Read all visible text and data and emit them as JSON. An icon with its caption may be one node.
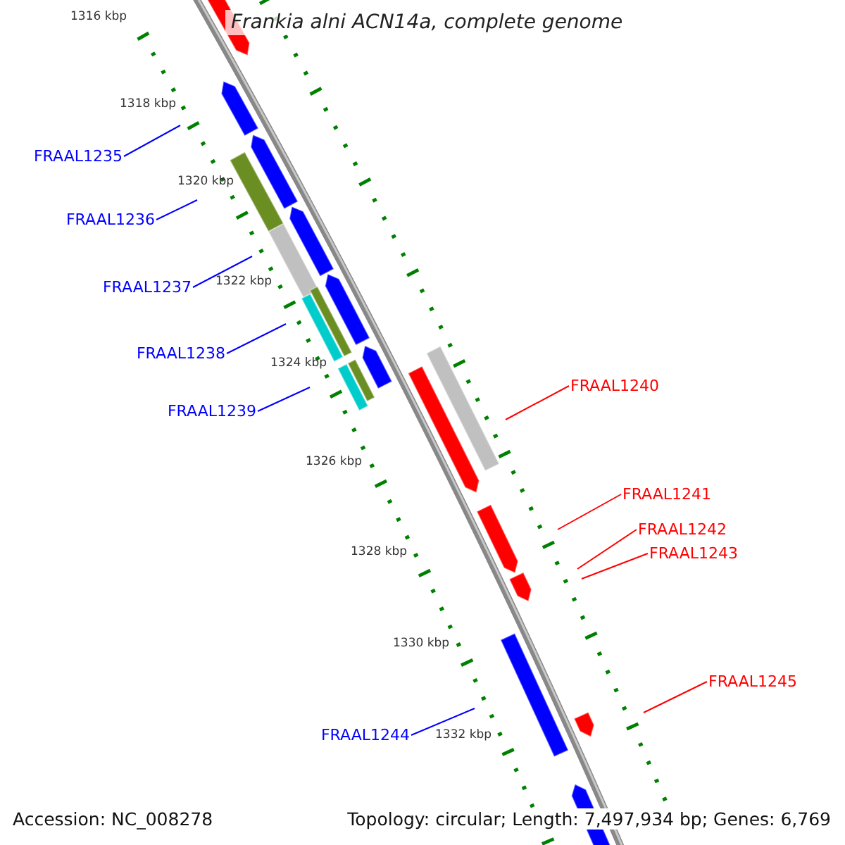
{
  "diagram": {
    "title": "Frankia alni ACN14a, complete genome",
    "nodes": [
      {
        "text": [
          "FRAAL1235"
        ]
      },
      {
        "text": [
          "FRAAL1236"
        ]
      },
      {
        "text": [
          "FRAAL1237"
        ]
      },
      {
        "text": [
          "FRAAL1238"
        ]
      },
      {
        "text": [
          "FRAAL1240"
        ]
      },
      {
        "text": [
          "FRAAL1239"
        ]
      },
      {
        "text": [
          "FRAAL1241"
        ]
      },
      {
        "text": [
          "FRAAL1242"
        ]
      },
      {
        "text": [
          "FRAAL1243"
        ]
      },
      {
        "text": [
          "FRAAL1245"
        ]
      },
      {
        "text": [
          "FRAAL1244"
        ]
      }
    ],
    "edges": [
      {
        "from": 0,
        "to": null,
        "arrow": "none"
      },
      {
        "from": 1,
        "to": null,
        "arrow": "none"
      },
      {
        "from": 2,
        "to": null,
        "arrow": "none"
      },
      {
        "from": 3,
        "to": null,
        "arrow": "none"
      },
      {
        "from": 4,
        "to": null,
        "arrow": "none",
        "color": "#ff0000"
      },
      {
        "from": 5,
        "to": null,
        "arrow": "none"
      },
      {
        "from": 6,
        "to": null,
        "arrow": "none",
        "color": "#ff0000"
      },
      {
        "from": 7,
        "to": null,
        "arrow": "none",
        "color": "#ff0000"
      },
      {
        "from": 8,
        "to": null,
        "arrow": "none",
        "color": "#ff0000"
      },
      {
        "from": 9,
        "to": null,
        "arrow": "none",
        "color": "#ff0000"
      },
      {
        "from": 10,
        "to": null,
        "arrow": "none"
      }
    ],
    "labels": [
      "1316 kbp",
      "1318 kbp",
      "1320 kbp",
      "1322 kbp",
      "1324 kbp",
      "1326 kbp",
      "1328 kbp",
      "1330 kbp",
      "1332 kbp",
      "Accession: NC_008278",
      "Topology: circular; Length: 7,497,934 bp; Genes: 6,769"
    ]
  }
}
